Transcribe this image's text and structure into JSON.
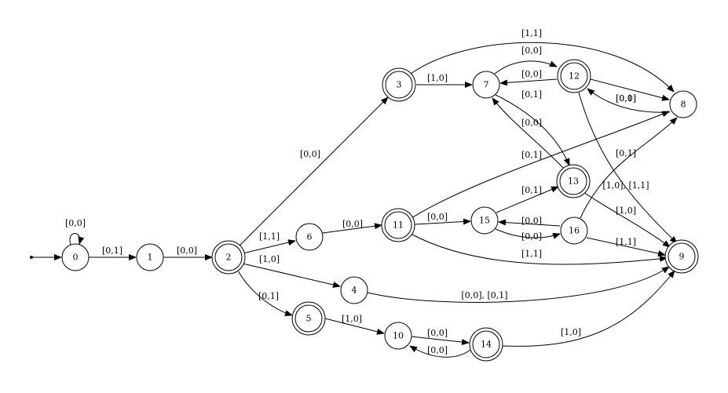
{
  "nodes": [
    {
      "id": "0",
      "label": "0",
      "accepting": false
    },
    {
      "id": "1",
      "label": "1",
      "accepting": false
    },
    {
      "id": "2",
      "label": "2",
      "accepting": true
    },
    {
      "id": "3",
      "label": "3",
      "accepting": true
    },
    {
      "id": "4",
      "label": "4",
      "accepting": false
    },
    {
      "id": "5",
      "label": "5",
      "accepting": true
    },
    {
      "id": "6",
      "label": "6",
      "accepting": false
    },
    {
      "id": "7",
      "label": "7",
      "accepting": false
    },
    {
      "id": "8",
      "label": "8",
      "accepting": false
    },
    {
      "id": "9",
      "label": "9",
      "accepting": true
    },
    {
      "id": "10",
      "label": "10",
      "accepting": false
    },
    {
      "id": "11",
      "label": "11",
      "accepting": true
    },
    {
      "id": "12",
      "label": "12",
      "accepting": true
    },
    {
      "id": "13",
      "label": "13",
      "accepting": true
    },
    {
      "id": "14",
      "label": "14",
      "accepting": true
    },
    {
      "id": "15",
      "label": "15",
      "accepting": false
    },
    {
      "id": "16",
      "label": "16",
      "accepting": false
    }
  ],
  "edges": [
    {
      "from": "0",
      "to": "0",
      "label": "[0,0]"
    },
    {
      "from": "0",
      "to": "1",
      "label": "[0,1]"
    },
    {
      "from": "1",
      "to": "2",
      "label": "[0,0]"
    },
    {
      "from": "2",
      "to": "3",
      "label": "[0,0]"
    },
    {
      "from": "2",
      "to": "6",
      "label": "[1,1]"
    },
    {
      "from": "2",
      "to": "4",
      "label": "[1,0]"
    },
    {
      "from": "2",
      "to": "5",
      "label": "[0,1]"
    },
    {
      "from": "3",
      "to": "7",
      "label": "[1,0]"
    },
    {
      "from": "3",
      "to": "8",
      "label": "[1,1]"
    },
    {
      "from": "7",
      "to": "12",
      "label": "[0,0]"
    },
    {
      "from": "12",
      "to": "7",
      "label": "[0,0]"
    },
    {
      "from": "7",
      "to": "13",
      "label": "[0,1]"
    },
    {
      "from": "13",
      "to": "7",
      "label": "[0,0]"
    },
    {
      "from": "12",
      "to": "8",
      "label": "[0,1]"
    },
    {
      "from": "8",
      "to": "12",
      "label": "[0,0]"
    },
    {
      "from": "12",
      "to": "9",
      "label": "[1,0], [1,1]"
    },
    {
      "from": "11",
      "to": "8",
      "label": "[0,1]"
    },
    {
      "from": "16",
      "to": "8",
      "label": "[0,1]"
    },
    {
      "from": "6",
      "to": "11",
      "label": "[0,0]"
    },
    {
      "from": "11",
      "to": "15",
      "label": "[0,0]"
    },
    {
      "from": "11",
      "to": "9",
      "label": "[1,1]"
    },
    {
      "from": "15",
      "to": "13",
      "label": "[0,1]"
    },
    {
      "from": "15",
      "to": "16",
      "label": "[0,0]"
    },
    {
      "from": "16",
      "to": "15",
      "label": "[0,0]"
    },
    {
      "from": "13",
      "to": "9",
      "label": "[1,0]"
    },
    {
      "from": "16",
      "to": "9",
      "label": "[1,1]"
    },
    {
      "from": "4",
      "to": "9",
      "label": "[0,0], [0,1]"
    },
    {
      "from": "5",
      "to": "10",
      "label": "[1,0]"
    },
    {
      "from": "10",
      "to": "14",
      "label": "[0,0]"
    },
    {
      "from": "14",
      "to": "10",
      "label": "[0,0]"
    },
    {
      "from": "14",
      "to": "9",
      "label": "[1,0]"
    }
  ]
}
